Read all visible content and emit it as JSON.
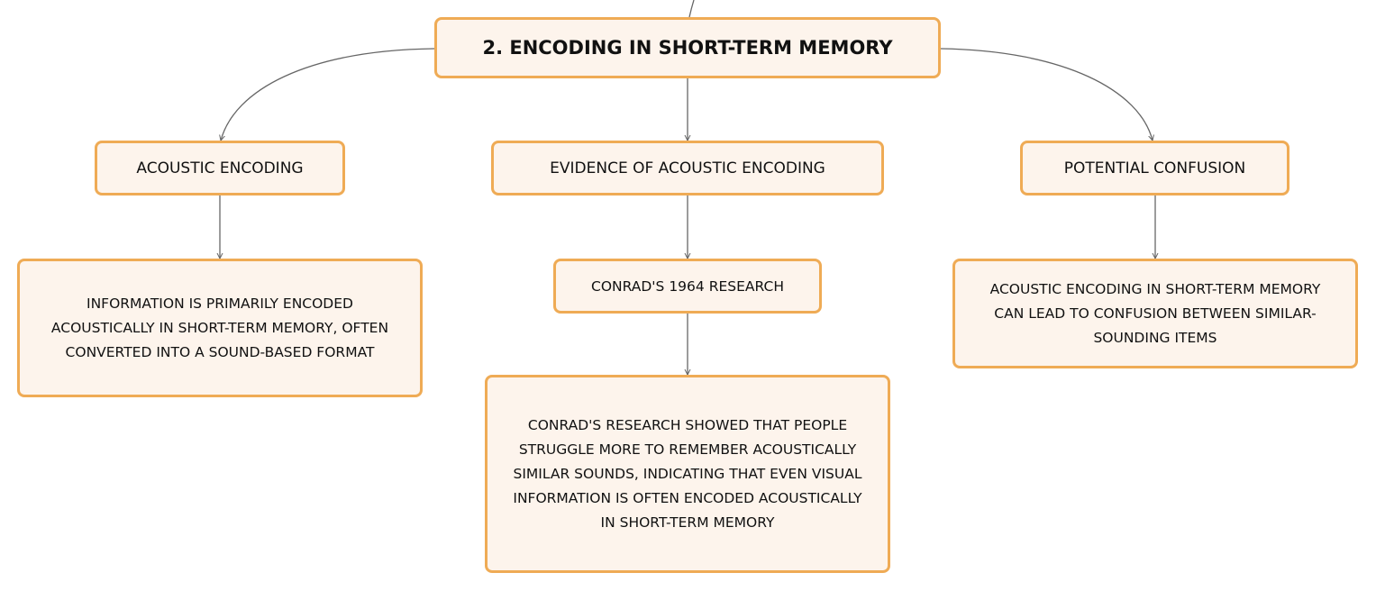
{
  "colors": {
    "node_fill": "#fdf4ec",
    "node_border": "#efab55",
    "connector": "#666666",
    "text": "#111111"
  },
  "root": {
    "title": "2. ENCODING IN SHORT-TERM MEMORY"
  },
  "branches": [
    {
      "label": "ACOUSTIC ENCODING",
      "children": [
        {
          "lines": [
            "INFORMATION IS PRIMARILY ENCODED",
            "ACOUSTICALLY IN SHORT-TERM MEMORY, OFTEN",
            "CONVERTED INTO A SOUND-BASED FORMAT"
          ]
        }
      ]
    },
    {
      "label": "EVIDENCE OF ACOUSTIC ENCODING",
      "children": [
        {
          "label": "CONRAD'S 1964 RESEARCH",
          "children": [
            {
              "lines": [
                "CONRAD'S RESEARCH SHOWED THAT PEOPLE",
                "STRUGGLE MORE TO REMEMBER ACOUSTICALLY",
                "SIMILAR SOUNDS, INDICATING THAT EVEN VISUAL",
                "INFORMATION IS OFTEN ENCODED ACOUSTICALLY",
                "IN SHORT-TERM MEMORY"
              ]
            }
          ]
        }
      ]
    },
    {
      "label": "POTENTIAL CONFUSION",
      "children": [
        {
          "lines": [
            "ACOUSTIC ENCODING IN SHORT-TERM MEMORY",
            "CAN LEAD TO CONFUSION BETWEEN SIMILAR-",
            "SOUNDING ITEMS"
          ]
        }
      ]
    }
  ]
}
